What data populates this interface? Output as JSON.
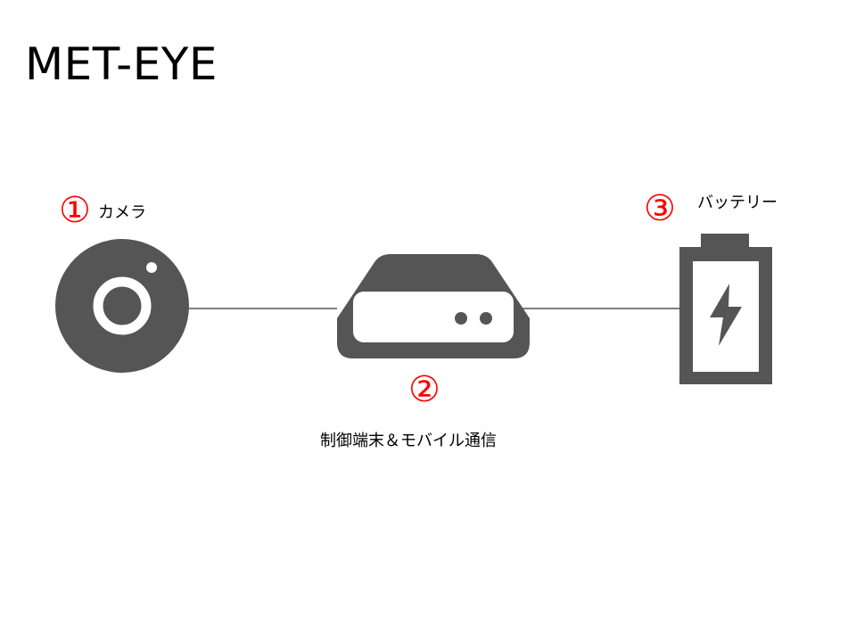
{
  "slide": {
    "title": "MET-EYE"
  },
  "components": {
    "camera": {
      "number": "①",
      "label": "カメラ",
      "icon": "camera-icon"
    },
    "controller": {
      "number": "②",
      "label": "制御端末＆モバイル通信",
      "icon": "router-icon"
    },
    "battery": {
      "number": "③",
      "label": "バッテリー",
      "icon": "battery-icon"
    }
  },
  "colors": {
    "icon": "#555555",
    "number": "#ff0000",
    "line": "#000000"
  }
}
